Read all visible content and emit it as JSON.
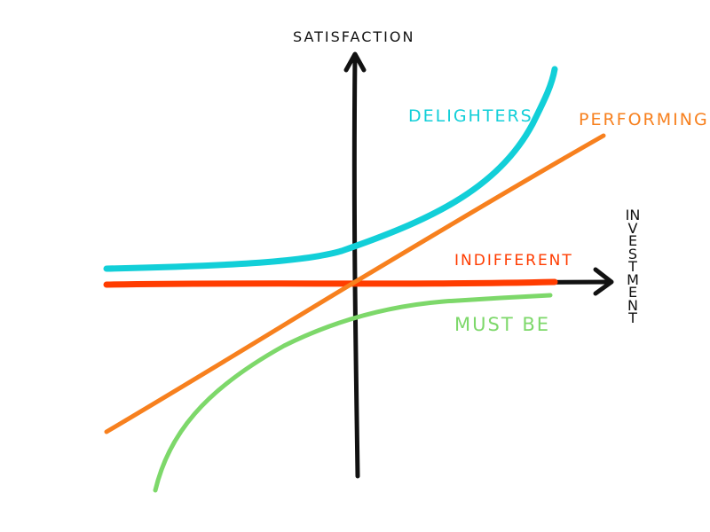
{
  "title": "",
  "axes": {
    "y_label": "SATISFACTION",
    "x_label": "INVESTMENT"
  },
  "curves": [
    {
      "name": "DELIGHTERS",
      "color": "#12cfd8"
    },
    {
      "name": "PERFORMING",
      "color": "#f7801e"
    },
    {
      "name": "INDIFFERENT",
      "color": "#ff3c00"
    },
    {
      "name": "MUST BE",
      "color": "#7dd86a"
    }
  ]
}
